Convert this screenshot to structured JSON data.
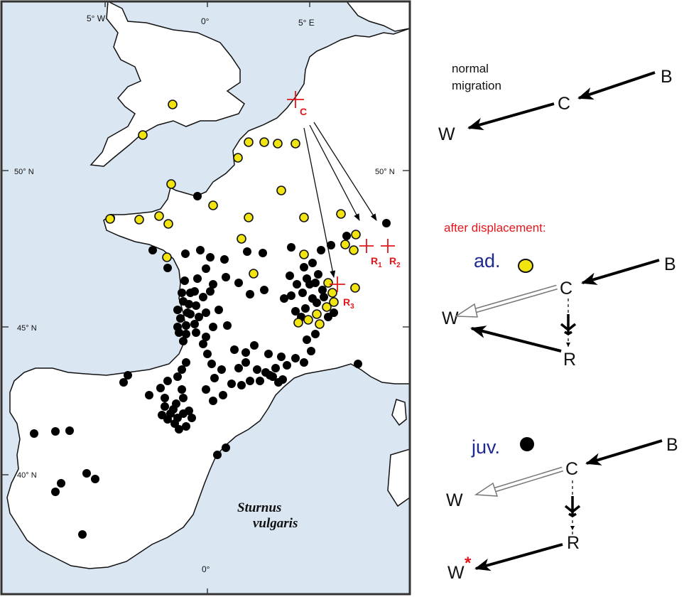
{
  "map": {
    "title_line1": "Sturnus",
    "title_line2": "vulgaris",
    "longitudes": [
      "5° W",
      "0°",
      "5° E",
      "0°"
    ],
    "latitudes": [
      "50° N",
      "50° N",
      "45° N",
      "40° N"
    ],
    "site_capture": "C",
    "site_r1": "R",
    "site_r1_sub": "1",
    "site_r2": "R",
    "site_r2_sub": "2",
    "site_r3": "R",
    "site_r3_sub": "3"
  },
  "legend": {
    "normal": {
      "heading_line1": "normal",
      "heading_line2": "migration",
      "b": "B",
      "c": "C",
      "w": "W"
    },
    "displacement": {
      "heading": "after displacement:",
      "adult": "ad.",
      "b": "B",
      "c": "C",
      "w": "W",
      "r": "R"
    },
    "juvenile": {
      "label": "juv.",
      "b": "B",
      "c": "C",
      "w": "W",
      "r": "R",
      "w_prime": "W",
      "asterisk": "*"
    }
  },
  "colors": {
    "sea": "#dbe6f3",
    "land": "#ffffff",
    "coast": "#111111",
    "adult": "#f2e40f",
    "juvenile": "#000000",
    "site": "#e4161c",
    "label_blue": "#1f2a90",
    "heading_red": "#e4161c"
  }
}
